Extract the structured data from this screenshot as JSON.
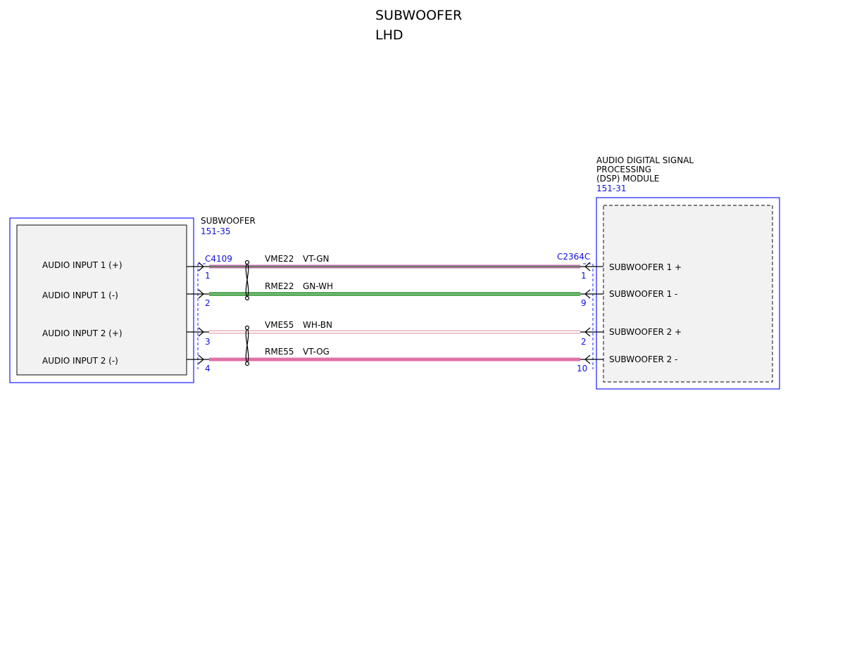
{
  "title": {
    "line1": "SUBWOOFER",
    "line2": "LHD"
  },
  "subwoofer": {
    "name": "SUBWOOFER",
    "ref": "151-35",
    "connector": "C4109",
    "pins": [
      {
        "label": "AUDIO INPUT 1 (+)",
        "pin": "1"
      },
      {
        "label": "AUDIO INPUT 1 (-)",
        "pin": "2"
      },
      {
        "label": "AUDIO INPUT 2 (+)",
        "pin": "3"
      },
      {
        "label": "AUDIO INPUT 2 (-)",
        "pin": "4"
      }
    ]
  },
  "dsp": {
    "name_line1": "AUDIO DIGITAL SIGNAL",
    "name_line2": "PROCESSING",
    "name_line3": "(DSP) MODULE",
    "ref": "151-31",
    "connector": "C2364C",
    "pins": [
      {
        "label": "SUBWOOFER 1 +",
        "pin": "1"
      },
      {
        "label": "SUBWOOFER 1 -",
        "pin": "9"
      },
      {
        "label": "SUBWOOFER 2 +",
        "pin": "2"
      },
      {
        "label": "SUBWOOFER 2 -",
        "pin": "10"
      }
    ]
  },
  "wires": [
    {
      "circuit": "VME22",
      "color": "VT-GN"
    },
    {
      "circuit": "RME22",
      "color": "GN-WH"
    },
    {
      "circuit": "VME55",
      "color": "WH-BN"
    },
    {
      "circuit": "RME55",
      "color": "VT-OG"
    }
  ],
  "colors": {
    "component_outline": "#1a1aff",
    "pin_text": "#1010e0",
    "violet": "#c070b0",
    "green": "#1a8a1a",
    "pink_light": "#e8b0b8",
    "pink": "#e070a8"
  }
}
